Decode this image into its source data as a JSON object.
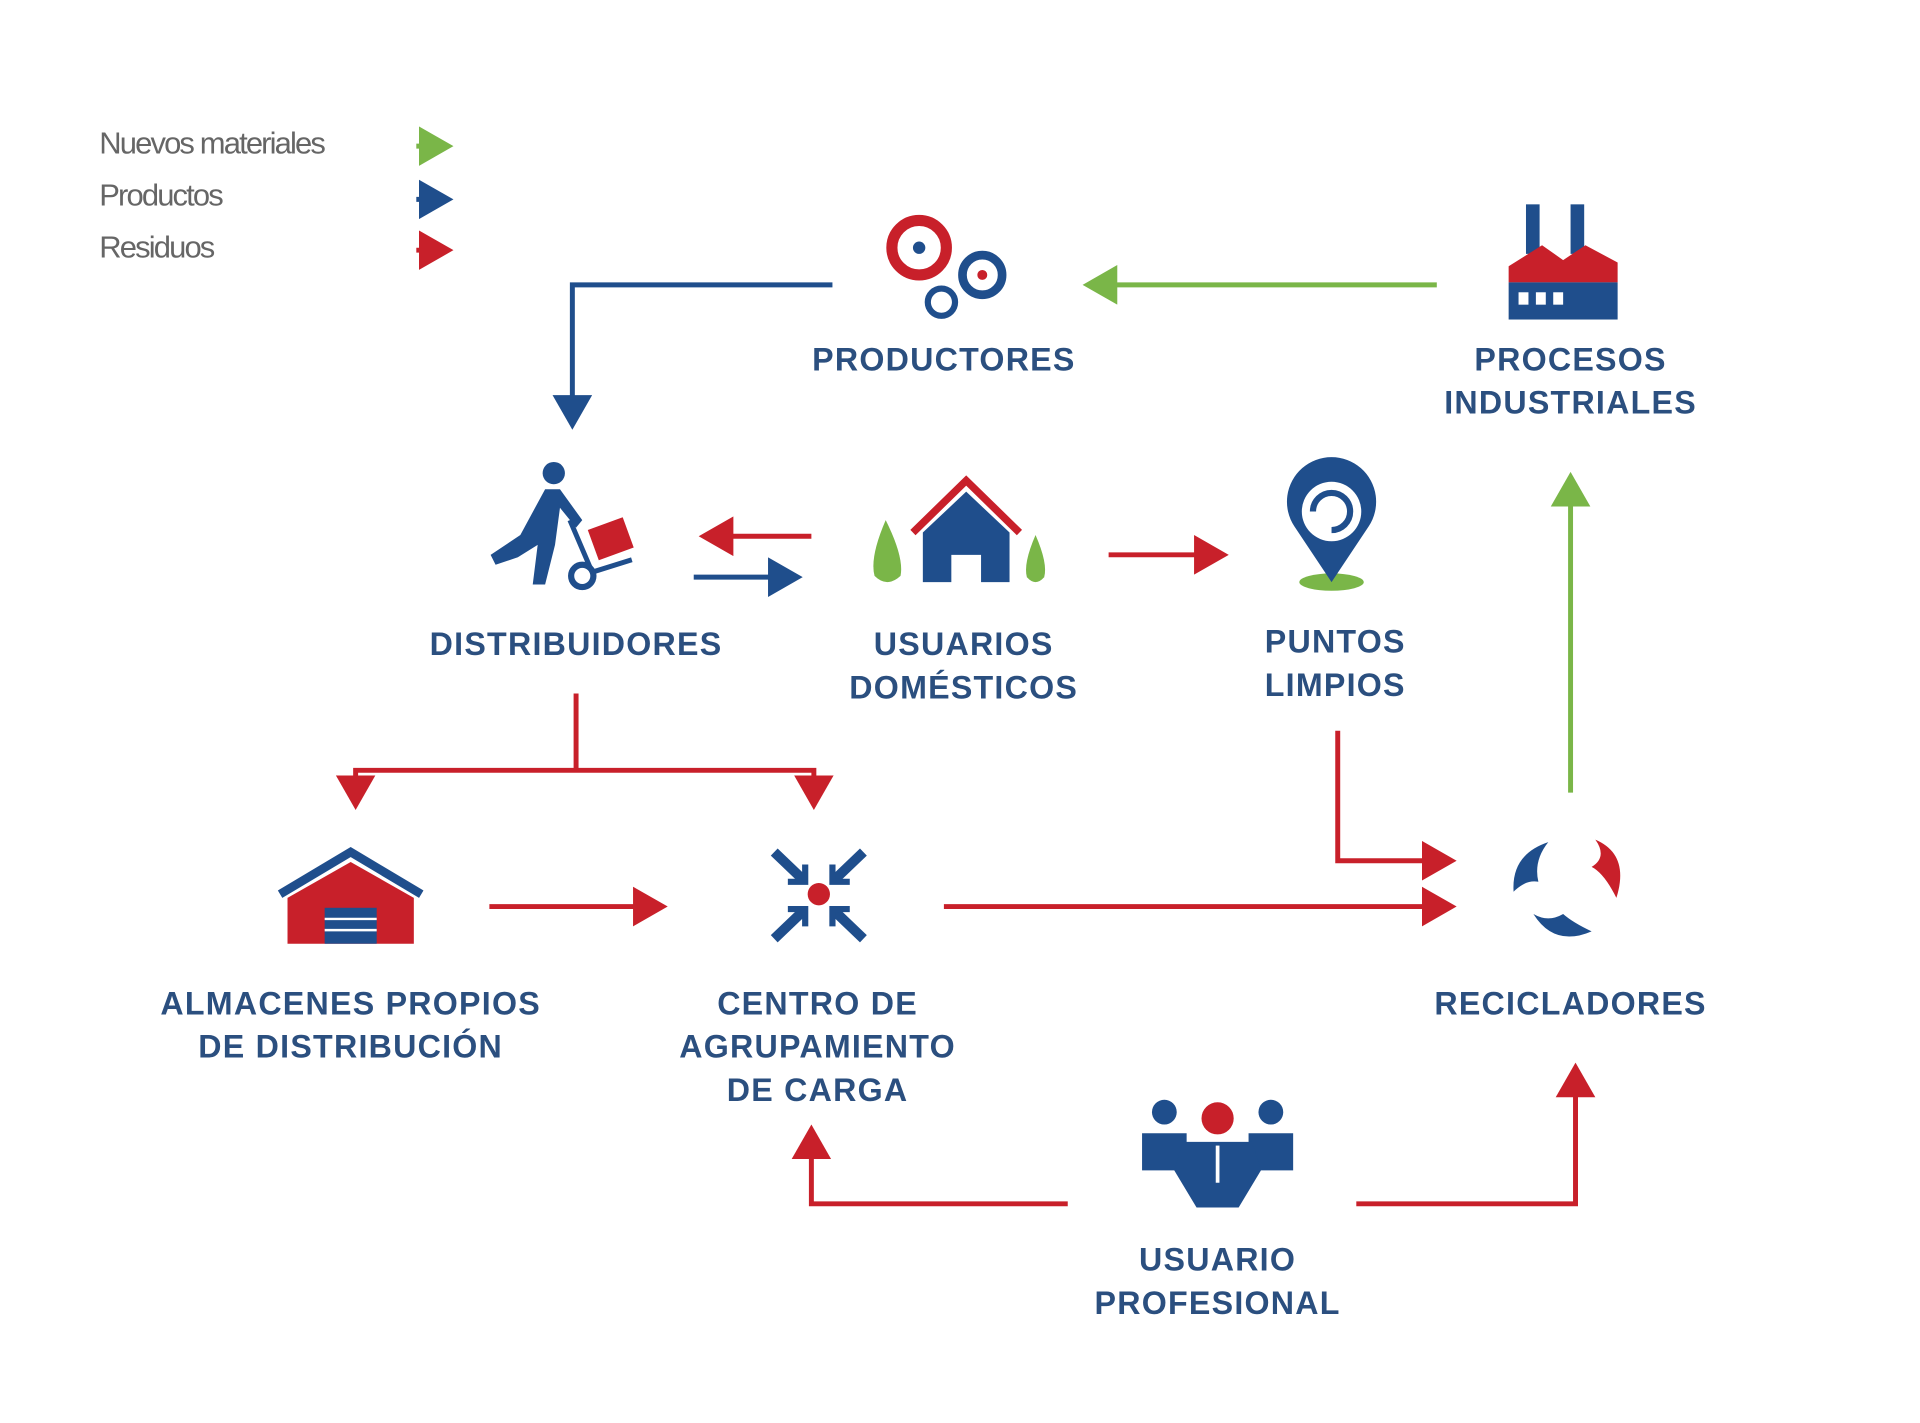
{
  "colors": {
    "blue": "#1f4e8c",
    "red": "#c8202a",
    "green": "#7ab648",
    "label": "#2b4f7f"
  },
  "legend": [
    {
      "label": "Nuevos materiales",
      "color": "green"
    },
    {
      "label": "Productos",
      "color": "blue"
    },
    {
      "label": "Residuos",
      "color": "red"
    }
  ],
  "nodes": {
    "productores": {
      "lines": [
        "PRODUCTORES"
      ],
      "icon": "gears-icon"
    },
    "procesos": {
      "lines": [
        "PROCESOS",
        "INDUSTRIALES"
      ],
      "icon": "factory-icon"
    },
    "distribuidores": {
      "lines": [
        "DISTRIBUIDORES"
      ],
      "icon": "hand-truck-worker-icon"
    },
    "usuarios_domesticos": {
      "lines": [
        "USUARIOS",
        "DOMÉSTICOS"
      ],
      "icon": "house-icon"
    },
    "puntos_limpios": {
      "lines": [
        "PUNTOS",
        "LIMPIOS"
      ],
      "icon": "recycle-pin-icon"
    },
    "almacenes": {
      "lines": [
        "ALMACENES PROPIOS",
        "DE DISTRIBUCIÓN"
      ],
      "icon": "warehouse-icon"
    },
    "centro": {
      "lines": [
        "CENTRO DE",
        "AGRUPAMIENTO",
        "DE CARGA"
      ],
      "icon": "converge-arrows-icon"
    },
    "recicladores": {
      "lines": [
        "RECICLADORES"
      ],
      "icon": "recycle-leaves-icon"
    },
    "usuario_profesional": {
      "lines": [
        "USUARIO",
        "PROFESIONAL"
      ],
      "icon": "business-people-icon"
    }
  }
}
